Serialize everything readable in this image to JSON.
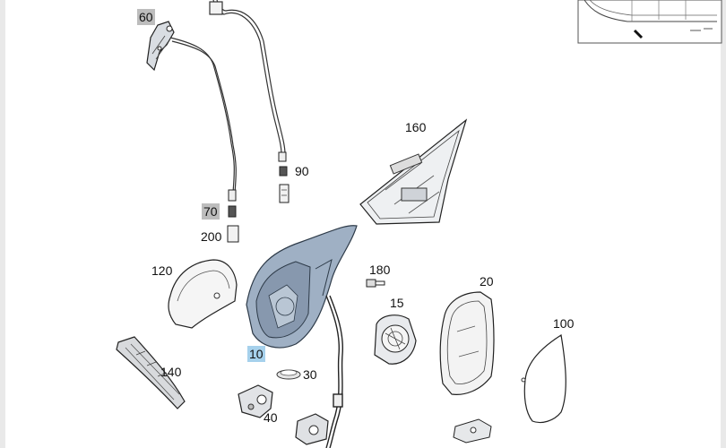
{
  "labels": {
    "p60": "60",
    "p90": "90",
    "p160": "160",
    "p70": "70",
    "p200": "200",
    "p120": "120",
    "p180": "180",
    "p20": "20",
    "p15": "15",
    "p100": "100",
    "p10": "10",
    "p140": "140",
    "p30": "30",
    "p40": "40"
  },
  "colors": {
    "highlight_gray": "#bdbdbd",
    "highlight_blue": "#a6d1ec",
    "mirror_housing": "#9fb0c4",
    "line": "#333333"
  }
}
